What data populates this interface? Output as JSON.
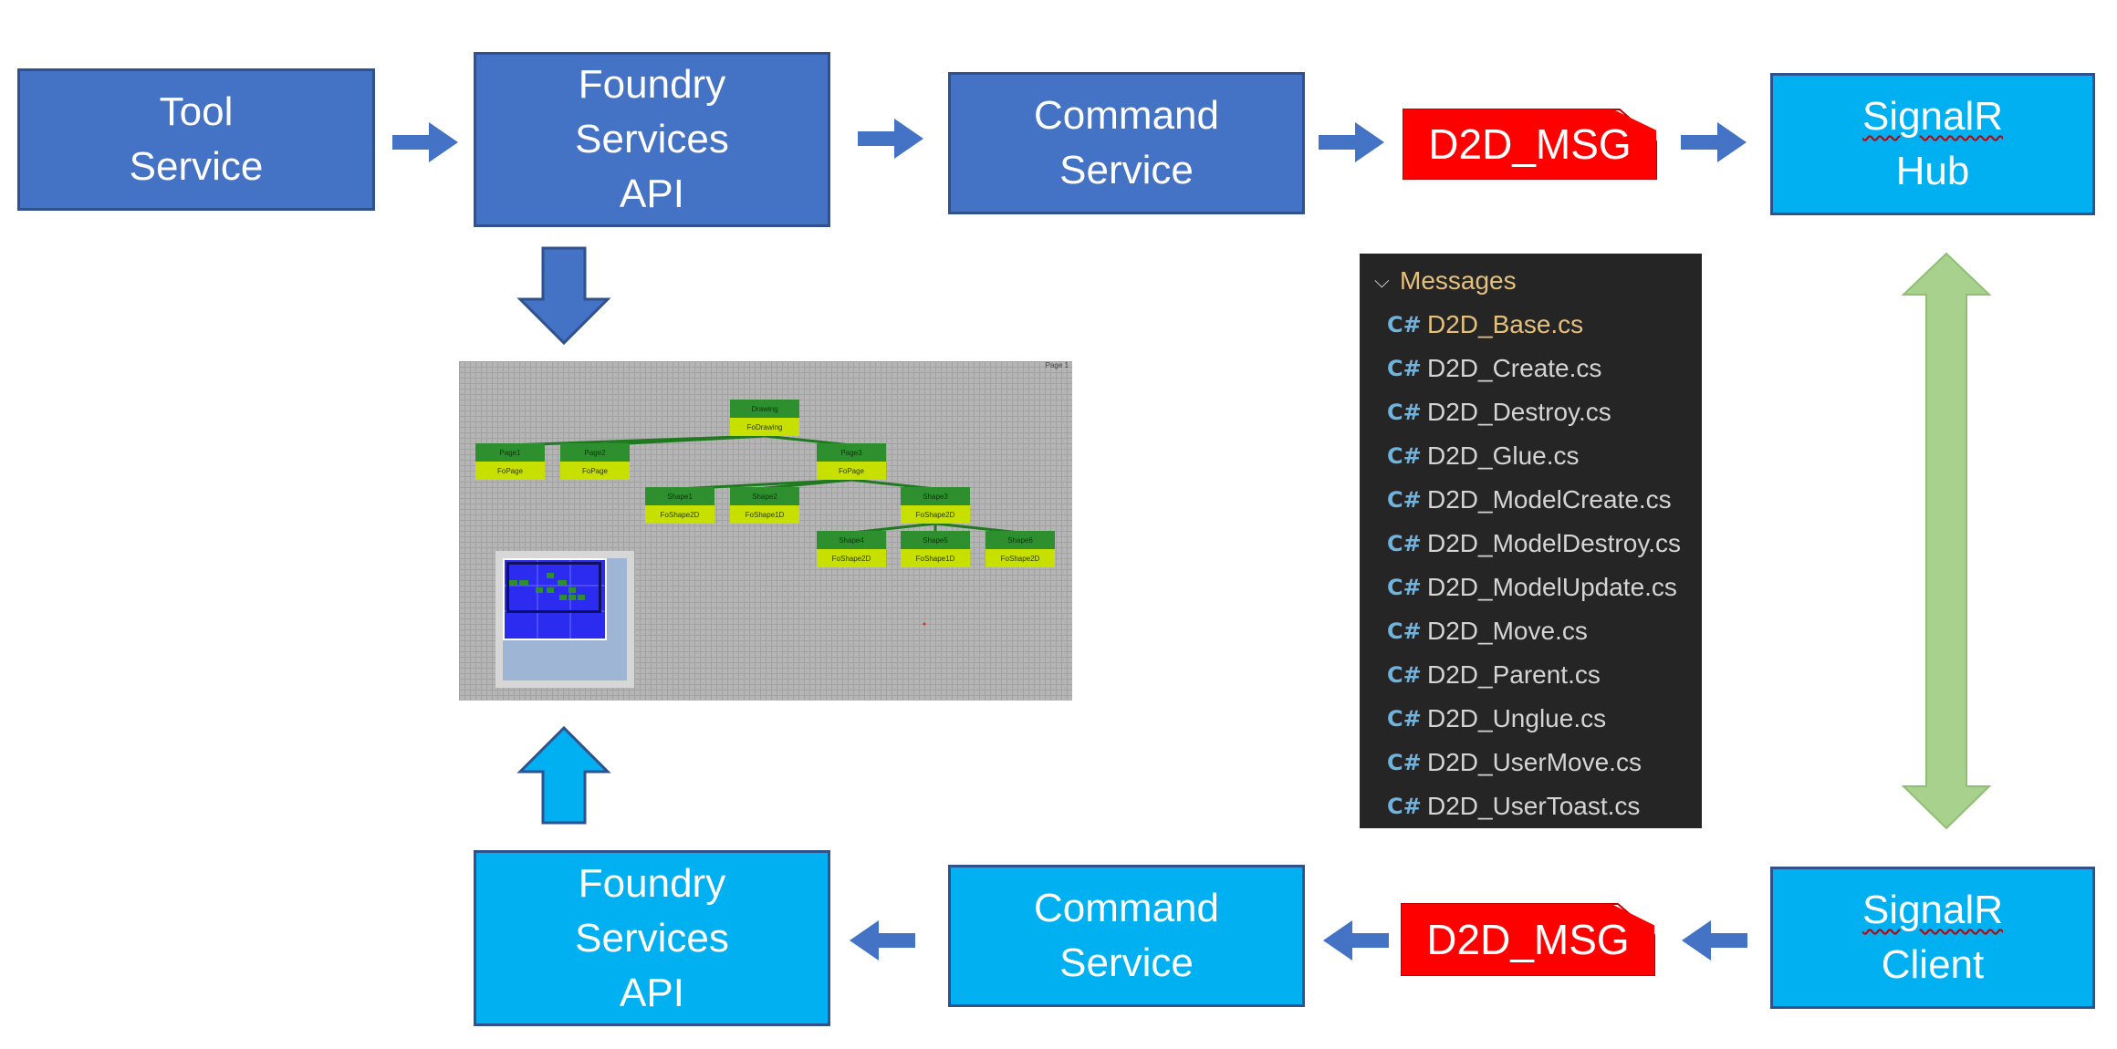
{
  "top_row": {
    "tool_service": [
      "Tool",
      "Service"
    ],
    "foundry_api": [
      "Foundry",
      "Services",
      "API"
    ],
    "command_service": [
      "Command",
      "Service"
    ],
    "message": "D2D_MSG",
    "signalr_hub": [
      "SignalR",
      "Hub"
    ]
  },
  "bottom_row": {
    "foundry_api": [
      "Foundry",
      "Services",
      "API"
    ],
    "command_service": [
      "Command",
      "Service"
    ],
    "message": "D2D_MSG",
    "signalr_client": [
      "SignalR",
      "Client"
    ]
  },
  "explorer": {
    "folder": "Messages",
    "files": [
      "D2D_Base.cs",
      "D2D_Create.cs",
      "D2D_Destroy.cs",
      "D2D_Glue.cs",
      "D2D_ModelCreate.cs",
      "D2D_ModelDestroy.cs",
      "D2D_ModelUpdate.cs",
      "D2D_Move.cs",
      "D2D_Parent.cs",
      "D2D_Unglue.cs",
      "D2D_UserMove.cs",
      "D2D_UserToast.cs"
    ],
    "file_icon": "C#"
  },
  "screenshot": {
    "corner_label": "Page 1",
    "nodes": [
      {
        "title": "Drawing",
        "type": "FoDrawing"
      },
      {
        "title": "Page1",
        "type": "FoPage"
      },
      {
        "title": "Page2",
        "type": "FoPage"
      },
      {
        "title": "Page3",
        "type": "FoPage"
      },
      {
        "title": "Shape1",
        "type": "FoShape2D"
      },
      {
        "title": "Shape2",
        "type": "FoShape1D"
      },
      {
        "title": "Shape3",
        "type": "FoShape2D"
      },
      {
        "title": "Shape4",
        "type": "FoShape2D"
      },
      {
        "title": "Shape5",
        "type": "FoShape1D"
      },
      {
        "title": "Shape6",
        "type": "FoShape2D"
      }
    ]
  },
  "colors": {
    "dark_box": "#4472c4",
    "light_box": "#00b0f0",
    "message": "#ff0000",
    "arrow": "#4472c4",
    "double_arrow": "#a9d18e",
    "explorer_bg": "#252526"
  }
}
